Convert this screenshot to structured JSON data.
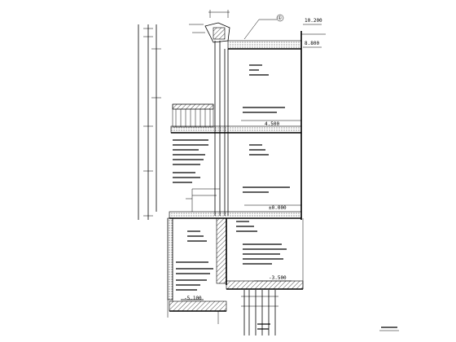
{
  "drawing": {
    "elevations": {
      "top": "10.200",
      "parapet": "8.800",
      "floor2": "4.500",
      "ground": "±0.000",
      "slab": "-3.500",
      "base": "-5.100"
    },
    "detail_marker": "①"
  }
}
